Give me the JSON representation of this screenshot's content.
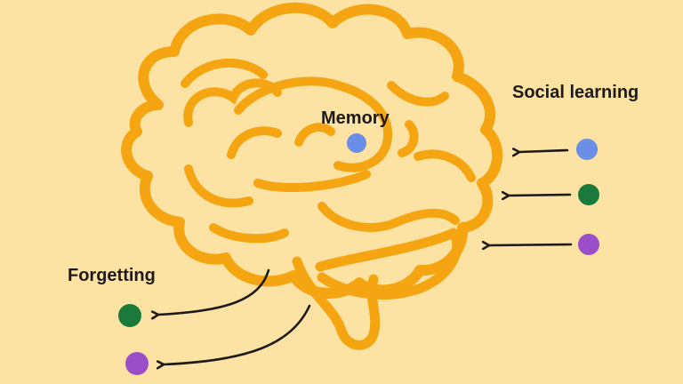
{
  "labels": {
    "social_learning": "Social learning",
    "memory": "Memory",
    "forgetting": "Forgetting"
  },
  "colors": {
    "background": "#FCE3A3",
    "brain_outline": "#F5A511",
    "arrow": "#1E1A1A",
    "dot_blue": "#6B8EE6",
    "dot_green": "#1A7A3C",
    "dot_purple": "#9A4FC9"
  },
  "nodes": {
    "memory_dot": "blue",
    "social_learning_dots": [
      "blue",
      "green",
      "purple"
    ],
    "forgetting_dots": [
      "green",
      "purple"
    ]
  }
}
